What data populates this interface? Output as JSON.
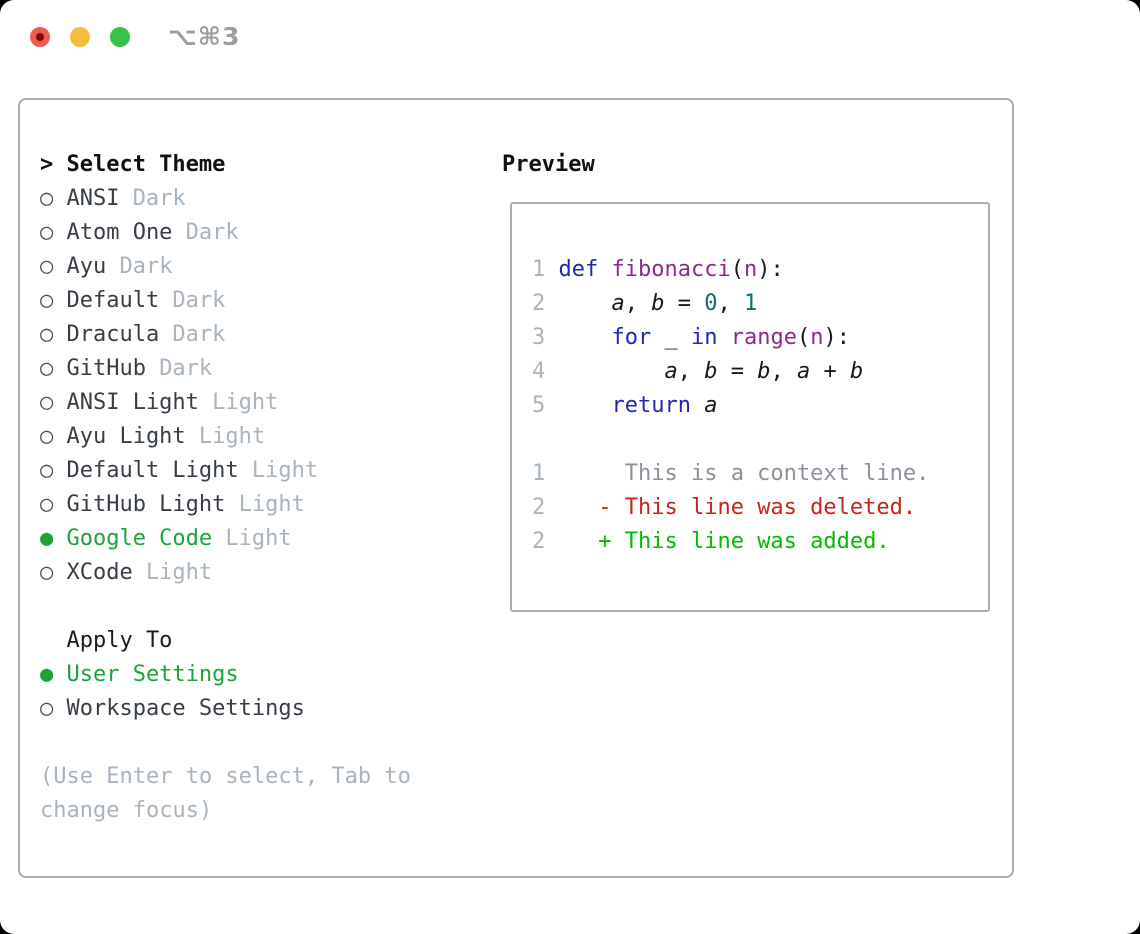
{
  "window": {
    "title": "⌥⌘3"
  },
  "icons": {
    "cursor": ">",
    "radio_selected": "●",
    "radio_unselected": "○"
  },
  "theme_panel": {
    "header": "Select Theme",
    "themes": [
      {
        "name": "ANSI",
        "variant": "Dark",
        "selected": false
      },
      {
        "name": "Atom One",
        "variant": "Dark",
        "selected": false
      },
      {
        "name": "Ayu",
        "variant": "Dark",
        "selected": false
      },
      {
        "name": "Default",
        "variant": "Dark",
        "selected": false
      },
      {
        "name": "Dracula",
        "variant": "Dark",
        "selected": false
      },
      {
        "name": "GitHub",
        "variant": "Dark",
        "selected": false
      },
      {
        "name": "ANSI Light",
        "variant": "Light",
        "selected": false
      },
      {
        "name": "Ayu Light",
        "variant": "Light",
        "selected": false
      },
      {
        "name": "Default Light",
        "variant": "Light",
        "selected": false
      },
      {
        "name": "GitHub Light",
        "variant": "Light",
        "selected": false
      },
      {
        "name": "Google Code",
        "variant": "Light",
        "selected": true
      },
      {
        "name": "XCode",
        "variant": "Light",
        "selected": false
      }
    ],
    "apply_to_label": "Apply To",
    "apply_options": [
      {
        "name": "User Settings",
        "selected": true
      },
      {
        "name": "Workspace Settings",
        "selected": false
      }
    ],
    "help": "(Use Enter to select, Tab to change focus)"
  },
  "preview": {
    "label": "Preview",
    "lines": [
      {
        "num": "1",
        "segments": [
          [
            "kw",
            "def"
          ],
          [
            "plain",
            " "
          ],
          [
            "fn",
            "fibonacci"
          ],
          [
            "plain",
            "("
          ],
          [
            "fn",
            "n"
          ],
          [
            "plain",
            "):"
          ]
        ]
      },
      {
        "num": "2",
        "segments": [
          [
            "plain",
            "    "
          ],
          [
            "var",
            "a"
          ],
          [
            "plain",
            ", "
          ],
          [
            "var",
            "b"
          ],
          [
            "plain",
            " = "
          ],
          [
            "lit",
            "0"
          ],
          [
            "plain",
            ", "
          ],
          [
            "lit",
            "1"
          ]
        ]
      },
      {
        "num": "3",
        "segments": [
          [
            "plain",
            "    "
          ],
          [
            "kw",
            "for"
          ],
          [
            "plain",
            " _ "
          ],
          [
            "kw",
            "in"
          ],
          [
            "plain",
            " "
          ],
          [
            "fn",
            "range"
          ],
          [
            "plain",
            "("
          ],
          [
            "fn",
            "n"
          ],
          [
            "plain",
            "):"
          ]
        ]
      },
      {
        "num": "4",
        "segments": [
          [
            "plain",
            "        "
          ],
          [
            "var",
            "a"
          ],
          [
            "plain",
            ", "
          ],
          [
            "var",
            "b"
          ],
          [
            "plain",
            " = "
          ],
          [
            "var",
            "b"
          ],
          [
            "plain",
            ", "
          ],
          [
            "var",
            "a"
          ],
          [
            "plain",
            " + "
          ],
          [
            "var",
            "b"
          ]
        ]
      },
      {
        "num": "5",
        "segments": [
          [
            "plain",
            "    "
          ],
          [
            "kw",
            "return"
          ],
          [
            "plain",
            " "
          ],
          [
            "var",
            "a"
          ]
        ]
      },
      {
        "num": "",
        "segments": []
      },
      {
        "num": "1",
        "segments": [
          [
            "plain",
            "     "
          ],
          [
            "ctx",
            "This is a context line."
          ]
        ]
      },
      {
        "num": "2",
        "segments": [
          [
            "plain",
            "   "
          ],
          [
            "del",
            "- This line was deleted."
          ]
        ]
      },
      {
        "num": "2",
        "segments": [
          [
            "plain",
            "   "
          ],
          [
            "add",
            "+ This line was added."
          ]
        ]
      }
    ]
  },
  "colors": {
    "kw": "#2028b0",
    "fn": "#8d2b8d",
    "lit": "#0e6b6e",
    "plain": "#16191d",
    "lnum": "#a9b4bd",
    "ctx": "#8b9299",
    "del": "#c9241a",
    "add": "#00bd00",
    "green": "#1ca43b",
    "ink": "#111111",
    "name": "#383e45",
    "muted": "#a9b4bd",
    "border": "#a6aeb8",
    "light_close": "#ef5b51",
    "light_minimize": "#f6bd40",
    "light_zoom": "#38c14b"
  }
}
